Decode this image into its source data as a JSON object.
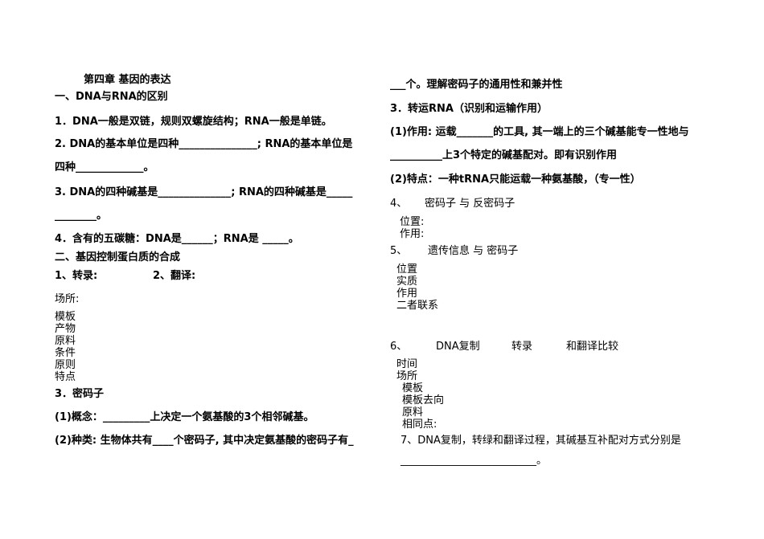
{
  "left": {
    "chapter_title": "第四章 基因的表达",
    "sec1_heading": "一、DNA与RNA的区别",
    "q1": "1．DNA一般是双链，规则双螺旋结构；RNA一般是单链。",
    "q2_a": "2. DNA的基本单位是四种_______________; RNA的基本单位是",
    "q2_b": "四种_____________。",
    "q3_a": "3. DNA的四种碱基是______________; RNA的四种碱基是_____",
    "q3_b": "________。",
    "q4": "4．含有的五碳糖：DNA是______；RNA是 _____。",
    "sec2_heading": "二、基因控制蛋白质的合成",
    "transcription": "1、转录:",
    "translation": "2、翻译:",
    "place": "场所:",
    "compare_items": [
      "模板",
      "产物",
      "原料",
      "条件",
      "原则",
      "特点"
    ],
    "codon_heading": "3．密码子",
    "codon_concept": "(1)概念：_________上决定一个氨基酸的3个相邻碱基。",
    "codon_kinds": "(2)种类: 生物体共有____个密码子, 其中决定氨基酸的密码子有_"
  },
  "right": {
    "cont": "___个。理解密码子的通用性和兼并性",
    "trna_heading": "3．转运RNA（识别和运输作用）",
    "trna_func_a": "(1)作用: 运载_______的工具, 其一端上的三个碱基能专一性地与",
    "trna_func_b": "__________上3个特定的碱基配对。即有识别作用",
    "trna_trait": "(2)特点：一种tRNA只能运载一种氨基酸，（专一性）",
    "item4_num": "4、",
    "item4_text": "密码子  与  反密码子",
    "item4_fields": [
      "位置:",
      "作用:"
    ],
    "item5_num": "5、",
    "item5_text": "遗传信息   与   密码子",
    "item5_fields": [
      "位置",
      "实质",
      "作用",
      "二者联系"
    ],
    "item6_num": "6、",
    "item6_dna": "DNA复制",
    "item6_tr": "转录",
    "item6_tl": "和翻译比较",
    "item6_time": "时间",
    "item6_place": "场所",
    "item6_fields": [
      "模板",
      "模板去向",
      "原料",
      "相同点:"
    ],
    "item7_a": "7、DNA复制，转绿和翻译过程，其碱基互补配对方式分别是",
    "item7_b": "__________________________。"
  }
}
